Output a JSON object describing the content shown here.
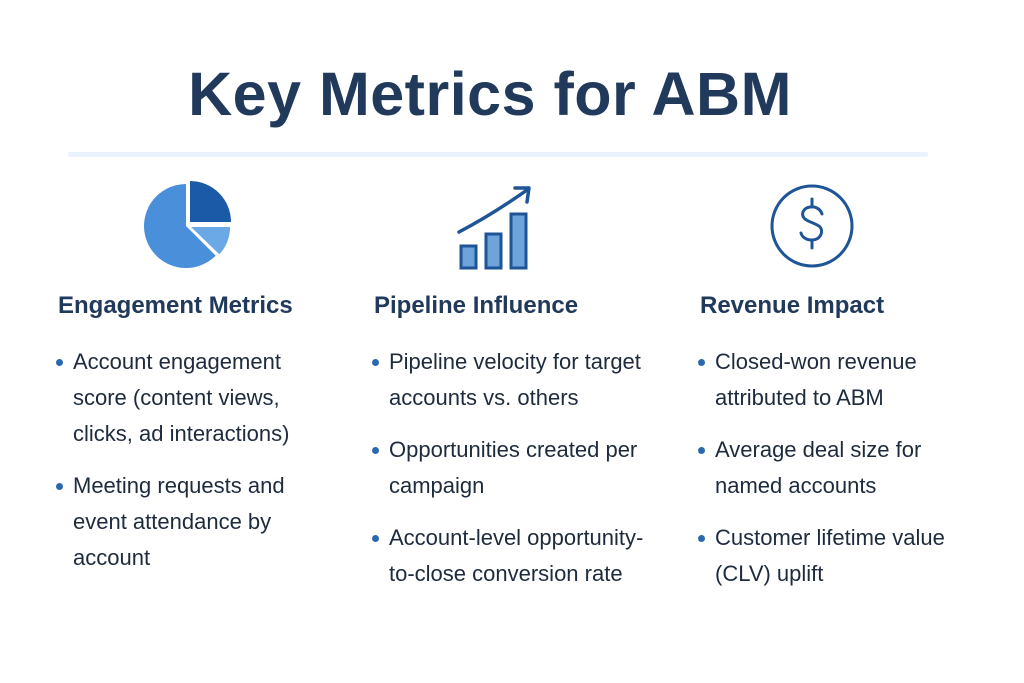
{
  "title": "Key Metrics for ABM",
  "colors": {
    "title": "#213a5c",
    "heading": "#213a5c",
    "body_text": "#1e2b3c",
    "bullet": "#2a69ad",
    "divider": "#eaf3fb",
    "icon_dark": "#1b5aa6",
    "icon_mid": "#4a8fd9",
    "icon_light": "#6aa8e6",
    "icon_stroke": "#1e5596"
  },
  "columns": [
    {
      "icon": "pie-chart-icon",
      "heading": "Engagement Metrics",
      "bullets": [
        "Account engagement score (content views, clicks, ad interactions)",
        "Meeting requests and event attendance by account"
      ]
    },
    {
      "icon": "bar-chart-growth-icon",
      "heading": "Pipeline Influence",
      "bullets": [
        "Pipeline velocity for target accounts vs. others",
        "Opportunities created per campaign",
        "Account-level opportunity-to-close conversion rate"
      ]
    },
    {
      "icon": "dollar-circle-icon",
      "heading": "Revenue Impact",
      "bullets": [
        "Closed-won revenue attributed to ABM",
        "Average deal size for named accounts",
        "Customer lifetime value (CLV) uplift"
      ]
    }
  ]
}
